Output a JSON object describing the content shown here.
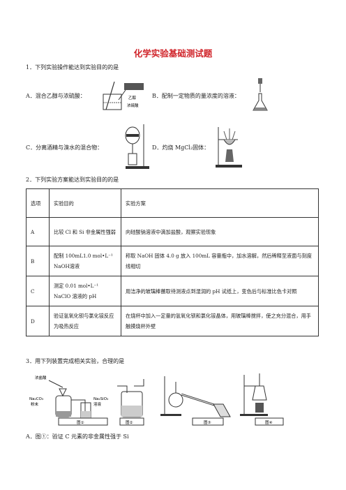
{
  "title": "化学实验基础测试题",
  "q1": {
    "stem": "1．下列实验操作能达到实验目的的是",
    "a": "A．混合乙醇与浓硫酸：",
    "a_label1": "乙醇",
    "a_label2": "浓硫酸",
    "b": "B．配制一定物质的量浓度的溶液：",
    "c": "C．分离酒精与溴水的混合物：",
    "d": "D．灼烧 MgCl₂固体："
  },
  "q2": {
    "stem": "2．下列实验方案能达到实验目的的是",
    "header": [
      "选项",
      "实验目的",
      "实验方案"
    ],
    "rows": [
      {
        "opt": "A",
        "aim": "比较 Cl 和 Si 非金属性强弱",
        "plan": "向硅酸钠溶液中滴加盐酸，观察实验现象"
      },
      {
        "opt": "B",
        "aim": "配制 100mL1.0 mol•L⁻¹ NaOH溶液",
        "plan": "称取 NaOH 固体 4.0 g 放入 100mL 容量瓶中，加水溶解，然后稀释至液面与刻度线相切"
      },
      {
        "opt": "C",
        "aim": "测定 0.01 mol•L⁻¹ NaClO 溶液的 pH",
        "plan": "用洁净的玻璃棒蘸取待测液点到湿润的 pH 试纸上，变色后与标准比色卡对照"
      },
      {
        "opt": "D",
        "aim": "验证氢氧化钡与氯化铵反应为吸热反应",
        "plan": "在烧杯中加入一定量的氢氧化钡和氯化铵晶体，用玻璃棒搅拌，使之充分混合，用手触摸烧杯外壁"
      }
    ]
  },
  "q3": {
    "stem": "3．用下列装置完成相关实验，合理的是",
    "labels": {
      "acid": "浓盐酸",
      "carbonate": "Na₂CO₃",
      "powder": "粉末",
      "silicate": "Na₂SiO₃",
      "solution": "溶液"
    },
    "figs": [
      "图①",
      "图②",
      "图③",
      "图④"
    ],
    "a": "A．图①：验证 C 元素的非金属性强于 Si"
  }
}
